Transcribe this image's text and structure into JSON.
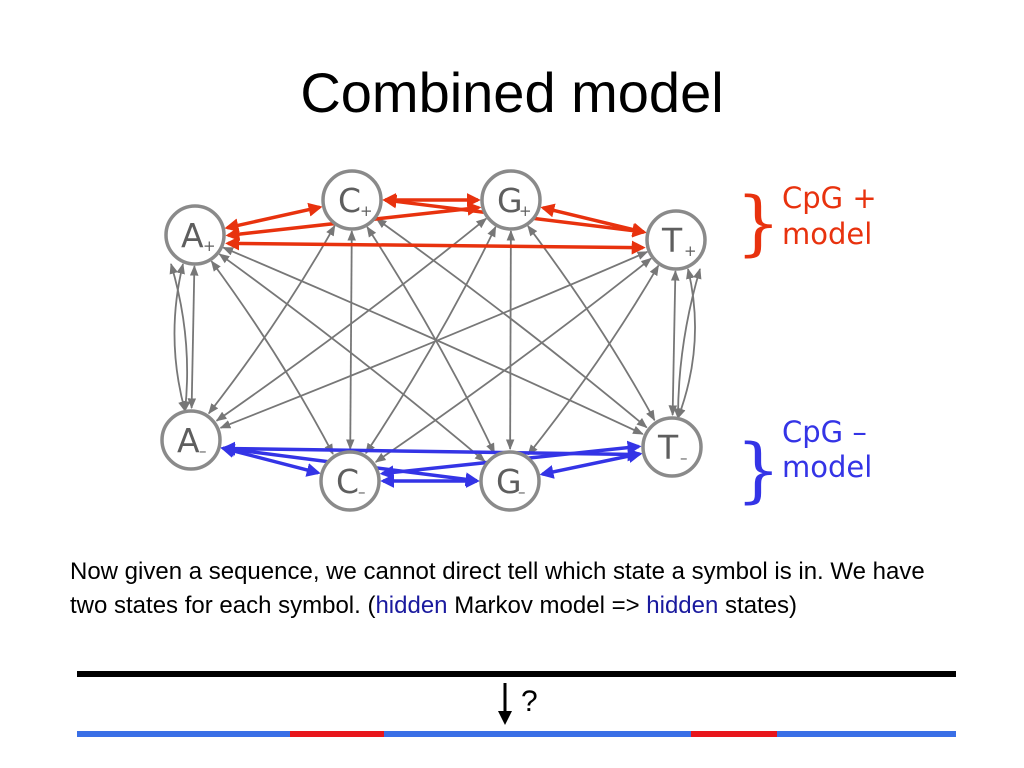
{
  "slide": {
    "title": "Combined model"
  },
  "diagram": {
    "nodes": [
      {
        "id": "A+",
        "letter": "A",
        "sub": "+"
      },
      {
        "id": "C+",
        "letter": "C",
        "sub": "+"
      },
      {
        "id": "G+",
        "letter": "G",
        "sub": "+"
      },
      {
        "id": "T+",
        "letter": "T",
        "sub": "+"
      },
      {
        "id": "A-",
        "letter": "A",
        "sub": "–"
      },
      {
        "id": "C-",
        "letter": "C",
        "sub": "–"
      },
      {
        "id": "G-",
        "letter": "G",
        "sub": "–"
      },
      {
        "id": "T-",
        "letter": "T",
        "sub": "–"
      }
    ],
    "plus_model": {
      "line1": "CpG +",
      "line2": "model",
      "color": "#e8320e"
    },
    "minus_model": {
      "line1": "CpG –",
      "line2": "model",
      "color": "#3434e6"
    }
  },
  "body": {
    "part1": "Now given a sequence, we cannot direct tell which state a symbol is in. We have two states for each symbol. (",
    "hidden1": "hidden",
    "part2": " Markov model => ",
    "hidden2": "hidden",
    "part3": " states)"
  },
  "sequence": {
    "question": "?"
  },
  "colors": {
    "red": "#e8320e",
    "blue": "#3434e6",
    "hidden_text": "#1a1a9e"
  }
}
